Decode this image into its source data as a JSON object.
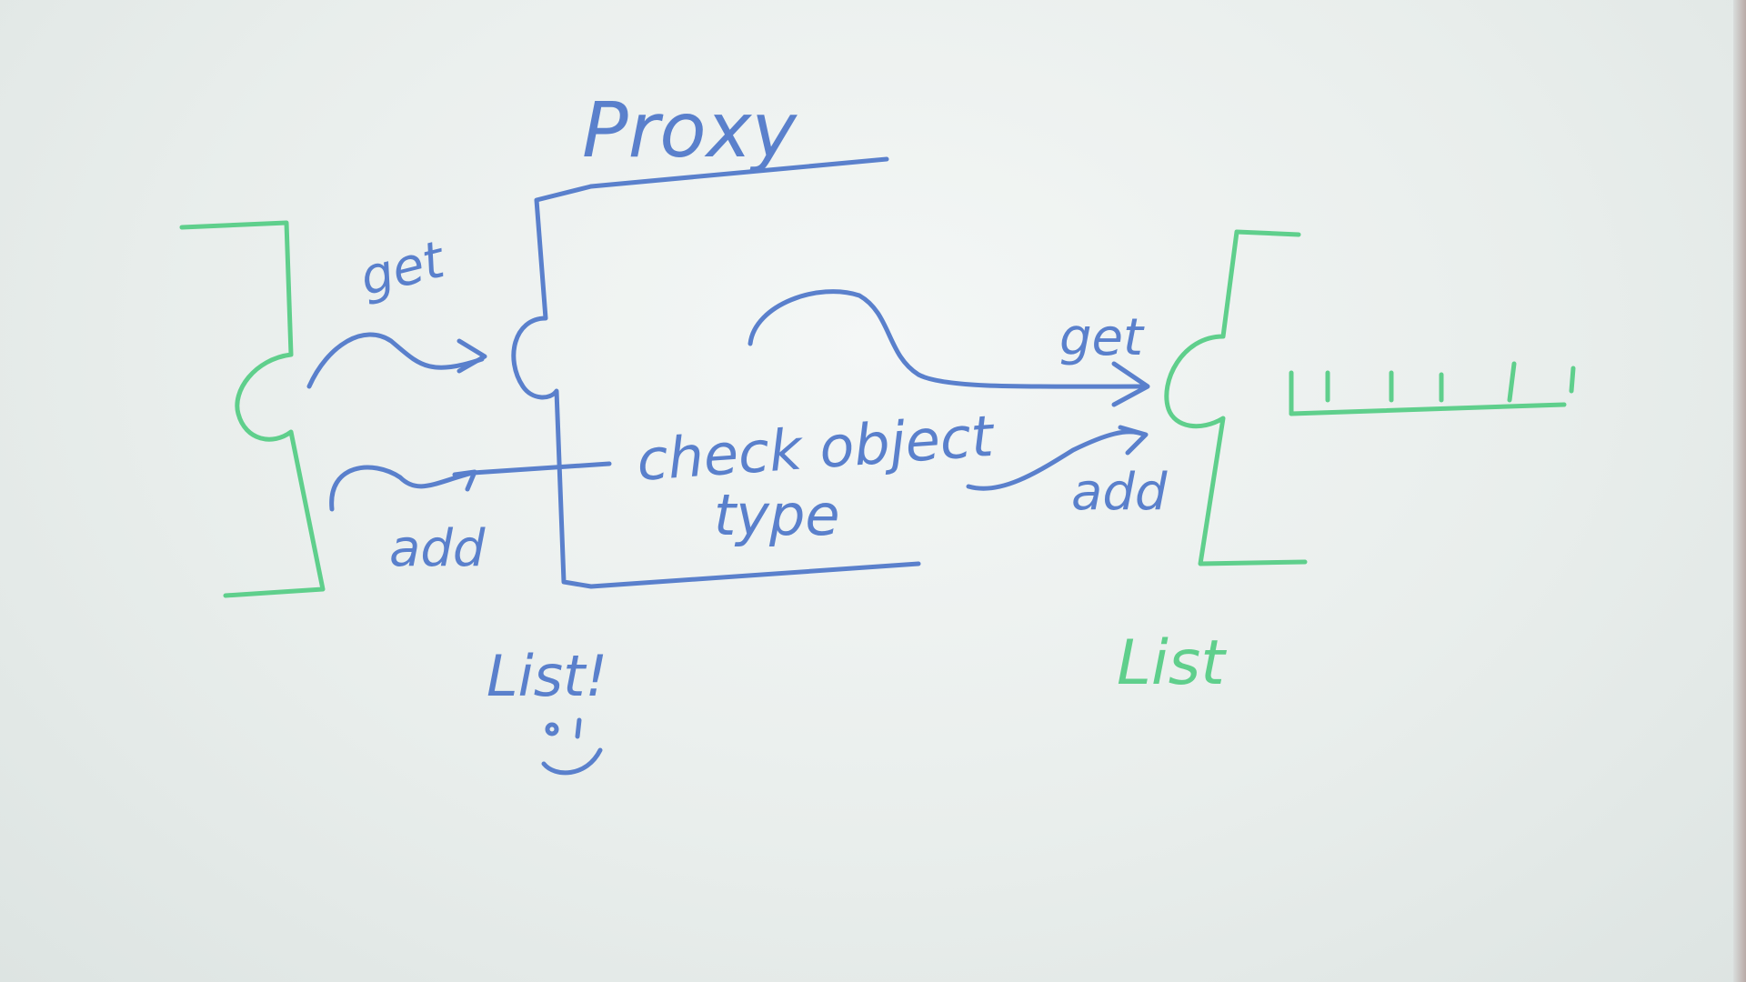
{
  "board": {
    "title": "Proxy",
    "colors": {
      "blue_marker": "#5a80cc",
      "green_marker": "#5fcf8c",
      "board_background": "#eef2f1"
    }
  },
  "labels": {
    "client_get": "get",
    "client_add": "add",
    "proxy_note_line1": "check object",
    "proxy_note_line2": "type",
    "list_get": "get",
    "list_add": "add",
    "proxy_caption": "List!",
    "list_caption": "List"
  }
}
